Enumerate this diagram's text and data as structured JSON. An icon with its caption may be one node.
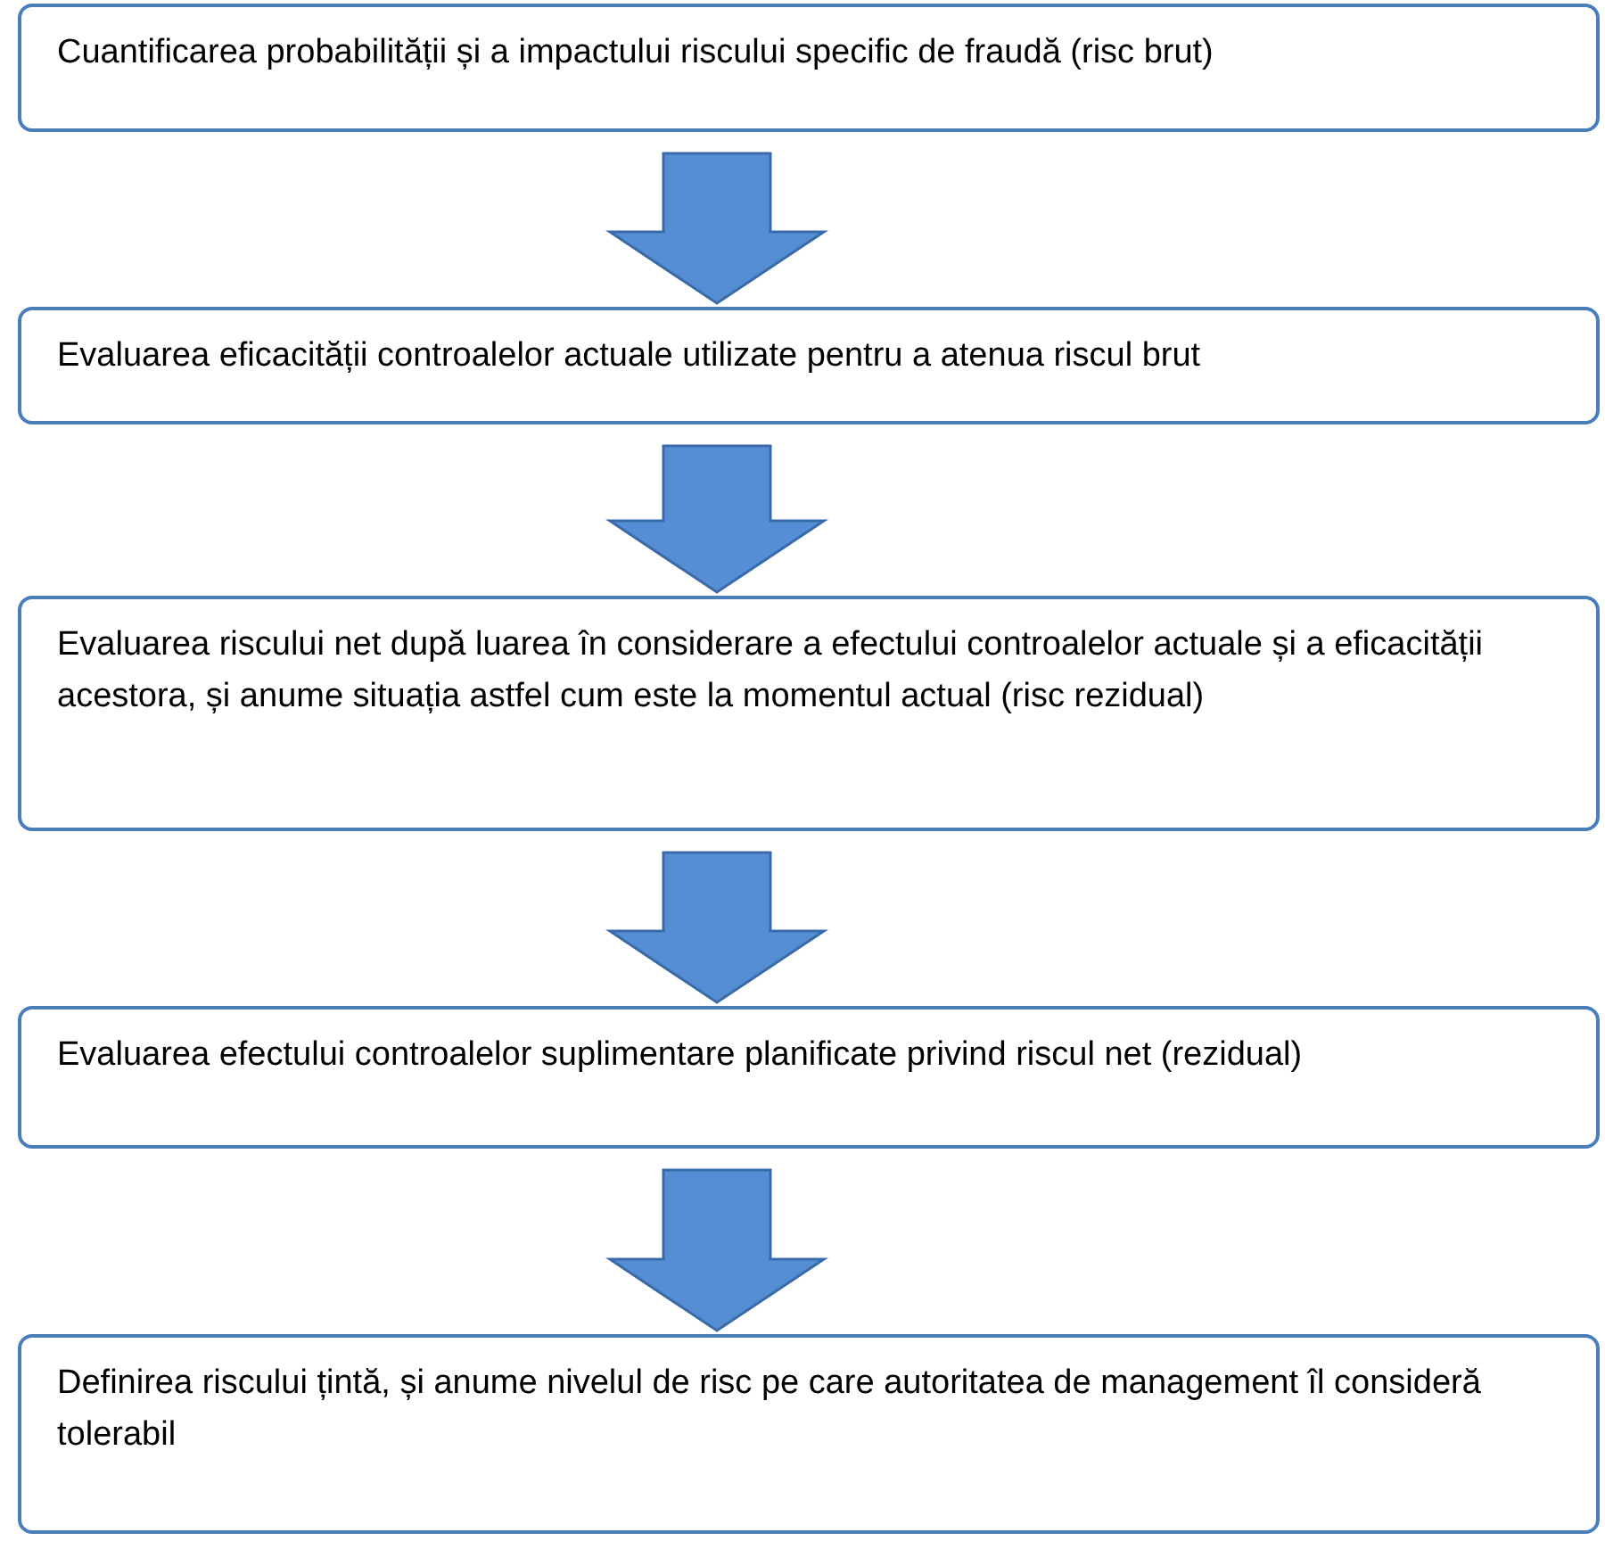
{
  "diagram": {
    "nodes": [
      {
        "text": [
          "Cuantificarea probabilității și a impactului riscului specific de fraudă (risc brut)"
        ]
      },
      {
        "text": [
          "Evaluarea eficacității controalelor actuale utilizate pentru a atenua riscul brut"
        ]
      },
      {
        "text": [
          "Evaluarea riscului net după luarea în considerare a efectului controalelor actuale și a eficacității acestora, și anume situația astfel cum este la momentul actual (risc rezidual)"
        ]
      },
      {
        "text": [
          "Evaluarea efectului controalelor suplimentare planificate privind riscul net (rezidual)"
        ]
      },
      {
        "text": [
          "Definirea riscului țintă, și anume nivelul de risc pe care autoritatea de management îl consideră tolerabil"
        ]
      }
    ],
    "edges": [
      {
        "from": 0,
        "to": 1,
        "arrow": "to"
      },
      {
        "from": 1,
        "to": 2,
        "arrow": "to"
      },
      {
        "from": 2,
        "to": 3,
        "arrow": "to"
      },
      {
        "from": 3,
        "to": 4,
        "arrow": "to"
      }
    ]
  }
}
